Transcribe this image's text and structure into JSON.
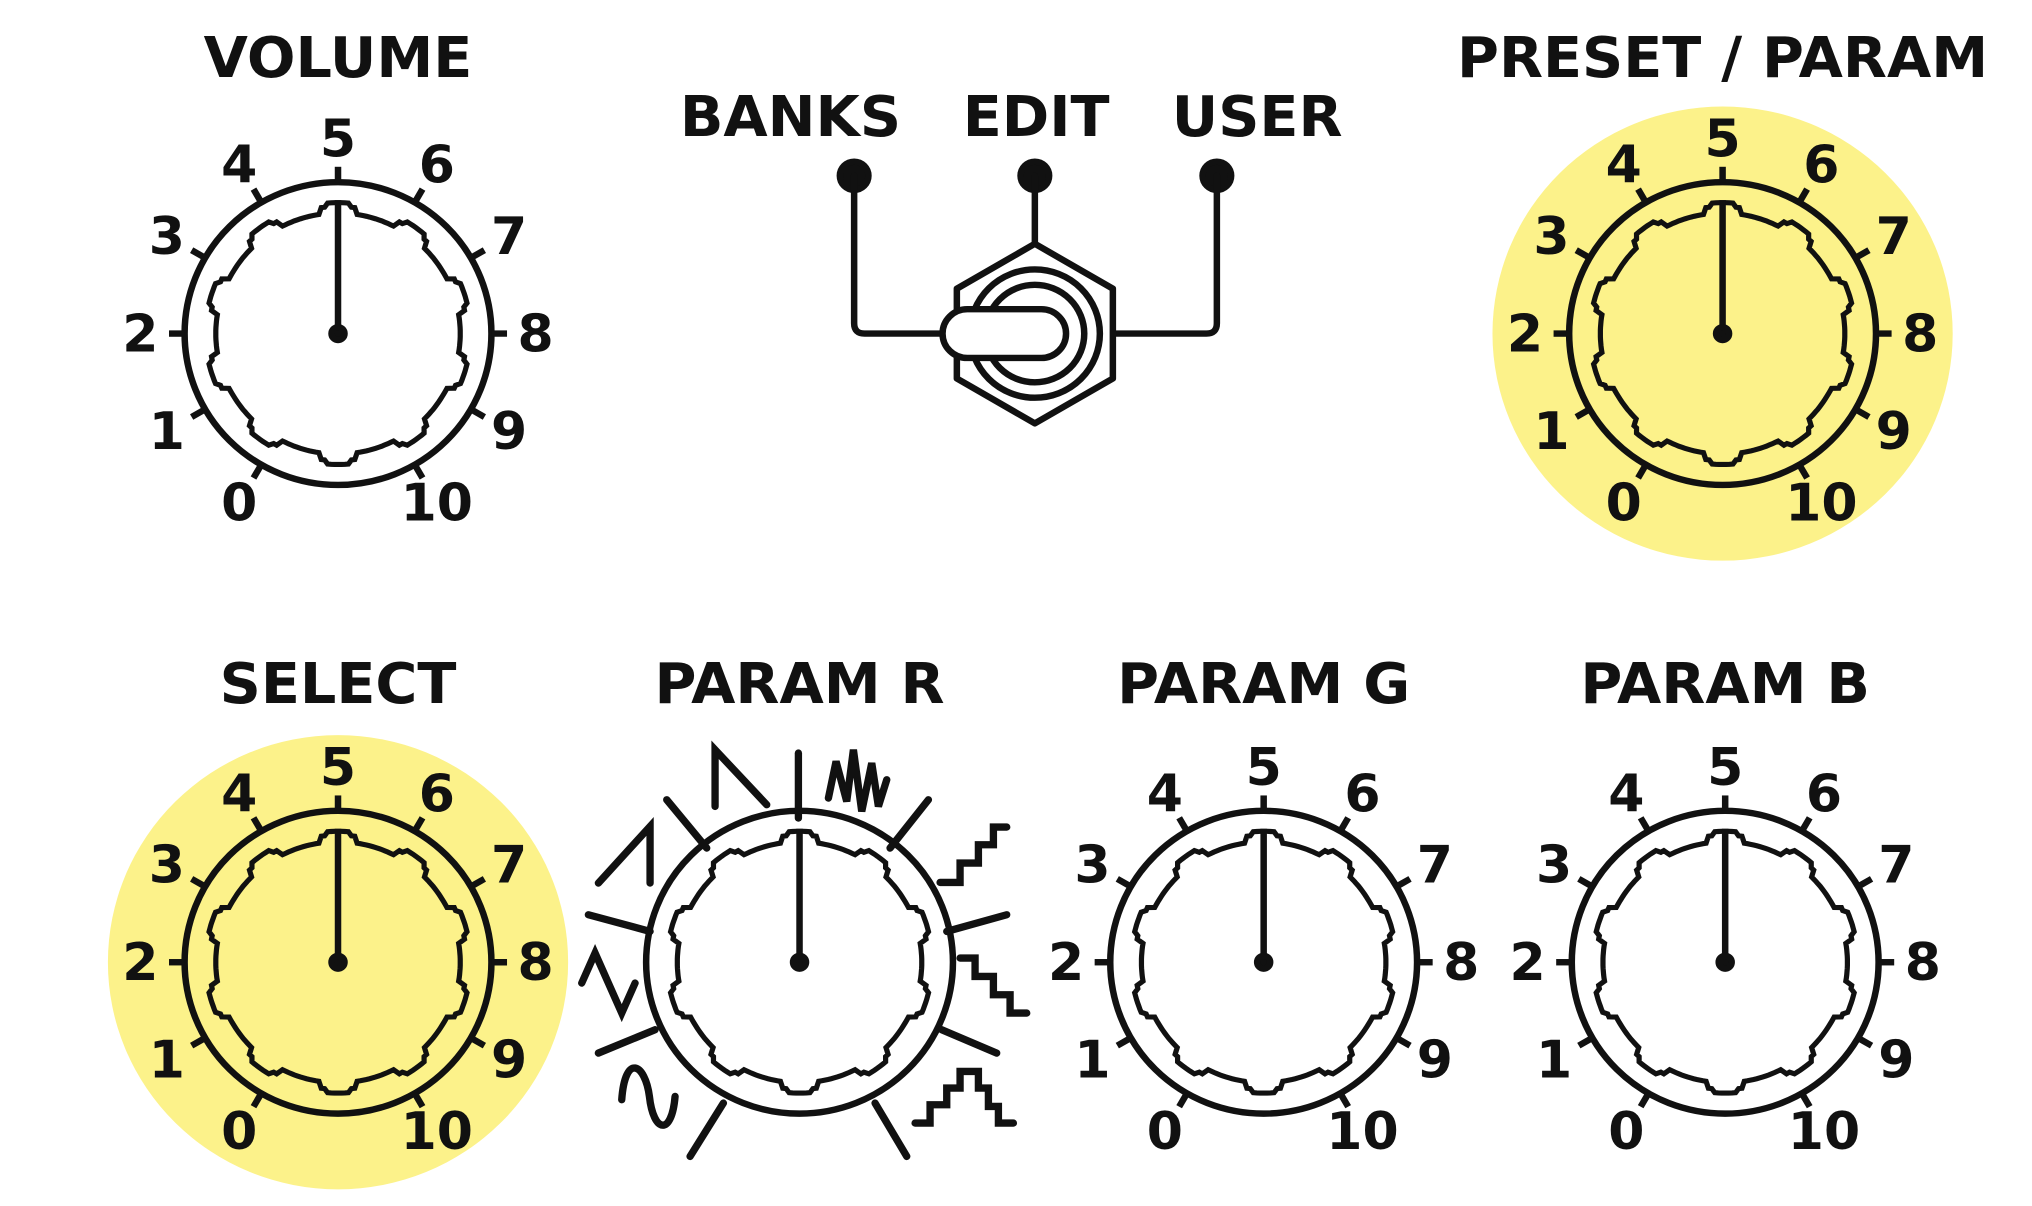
{
  "colors": {
    "highlight": "#fcf28a",
    "ink": "#111111"
  },
  "scale_labels": [
    "0",
    "1",
    "2",
    "3",
    "4",
    "5",
    "6",
    "7",
    "8",
    "9",
    "10"
  ],
  "toggle": {
    "positions": [
      "BANKS",
      "EDIT",
      "USER"
    ]
  },
  "knobs": [
    {
      "id": "volume",
      "title": "VOLUME",
      "highlighted": false,
      "type": "numbered"
    },
    {
      "id": "preset-param",
      "title": "PRESET / PARAM",
      "highlighted": true,
      "type": "numbered"
    },
    {
      "id": "select",
      "title": "SELECT",
      "highlighted": true,
      "type": "numbered"
    },
    {
      "id": "param-r",
      "title": "PARAM R",
      "highlighted": false,
      "type": "waveform",
      "waveforms": [
        "sine-icon",
        "zigzag-icon",
        "triangle-icon",
        "sawtooth-icon",
        "noise-icon",
        "staircase-up-icon",
        "staircase-down-icon",
        "staircase-updown-icon"
      ]
    },
    {
      "id": "param-g",
      "title": "PARAM G",
      "highlighted": false,
      "type": "numbered"
    },
    {
      "id": "param-b",
      "title": "PARAM B",
      "highlighted": false,
      "type": "numbered"
    }
  ]
}
